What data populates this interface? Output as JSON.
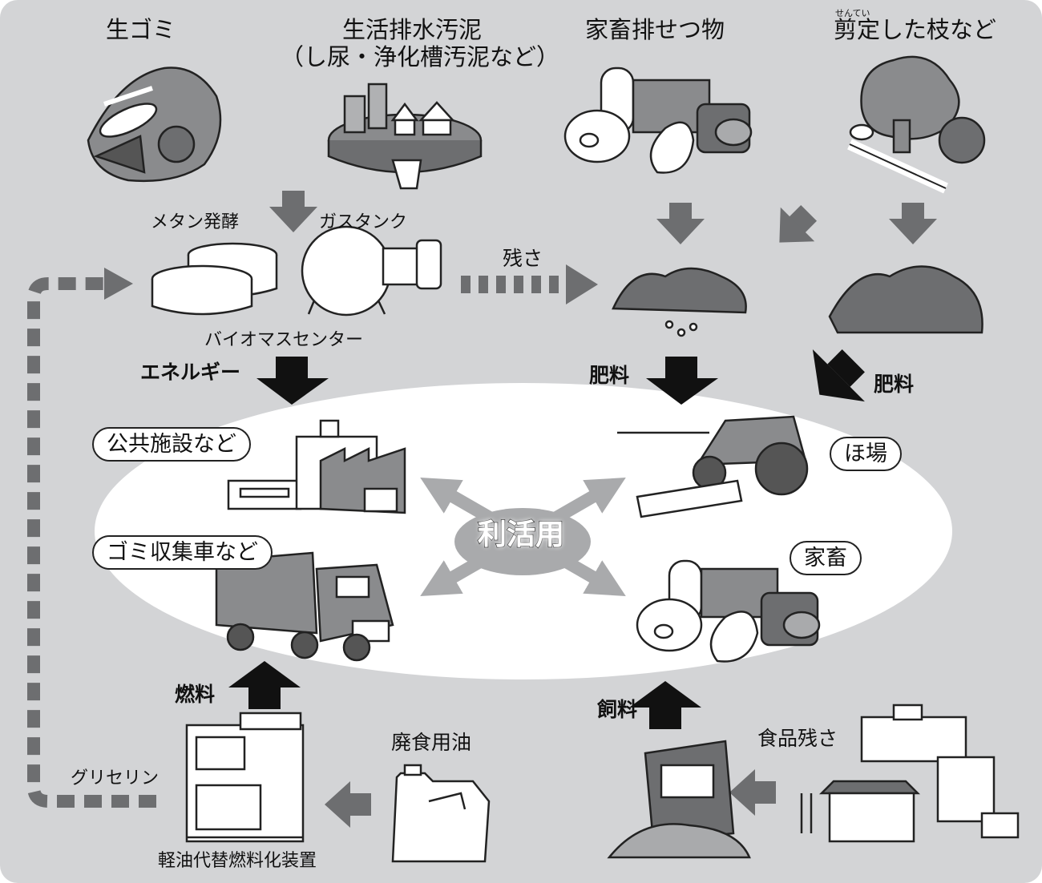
{
  "sources": {
    "food_waste": "生ゴミ",
    "sewage_sludge": "生活排水汚泥",
    "sewage_sludge_sub": "（し尿・浄化槽汚泥など）",
    "livestock_manure": "家畜排せつ物",
    "pruned_branches": "剪定した枝など",
    "pruned_ruby": "せんてい"
  },
  "center": {
    "methane": "メタン発酵",
    "gas_tank": "ガスタンク",
    "biomass_center": "バイオマスセンター",
    "residue": "残さ"
  },
  "flows": {
    "energy": "エネルギー",
    "fertilizer_1": "肥料",
    "fertilizer_2": "肥料",
    "fuel": "燃料",
    "feed": "飼料",
    "glycerin": "グリセリン"
  },
  "utilization": {
    "label": "利活用",
    "public_facilities": "公共施設など",
    "garbage_trucks": "ゴミ収集車など",
    "farmland": "ほ場",
    "livestock": "家畜"
  },
  "bottom": {
    "waste_oil": "廃食用油",
    "diesel_device": "軽油代替燃料化装置",
    "food_residue": "食品残さ"
  }
}
